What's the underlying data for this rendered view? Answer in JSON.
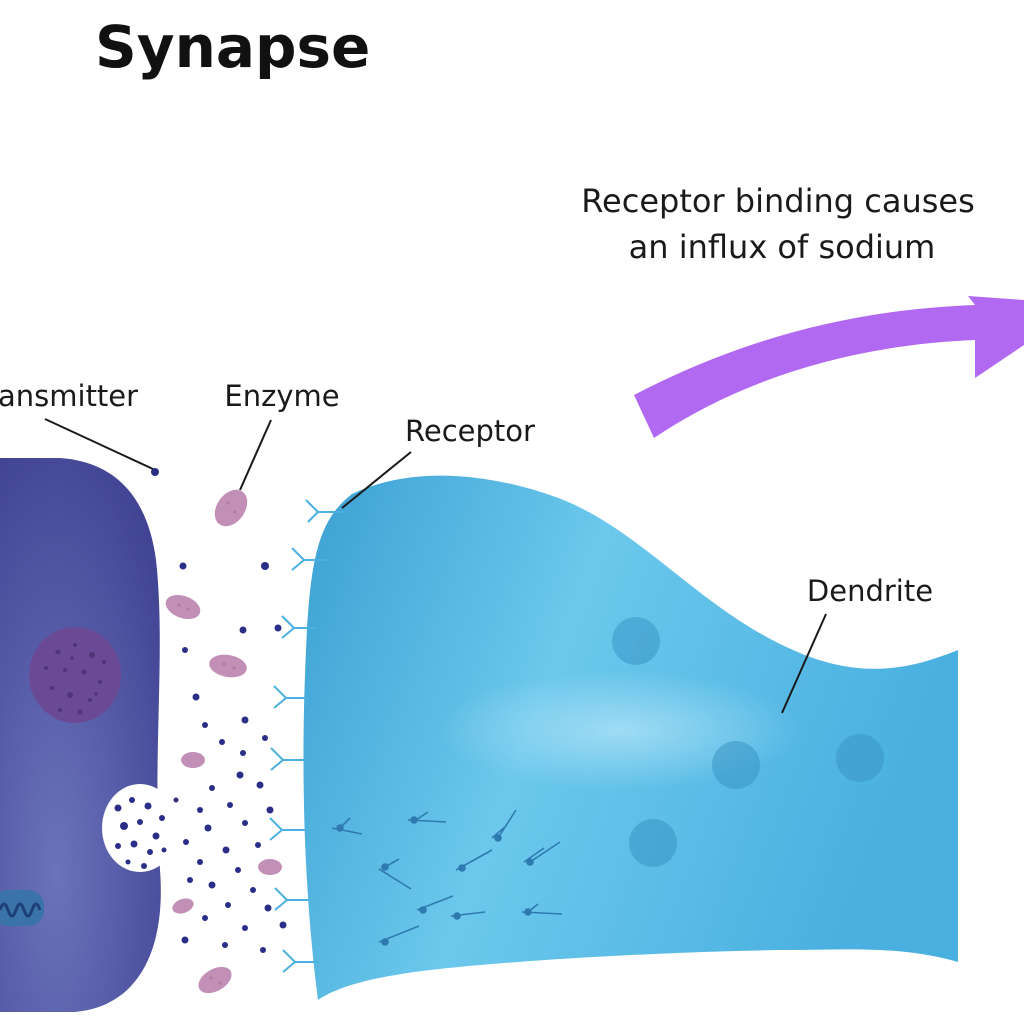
{
  "title": "Synapse",
  "caption": {
    "line1": "Receptor binding causes",
    "line2": "an influx of sodium"
  },
  "labels": {
    "neurotransmitter": "ansmitter",
    "enzyme": "Enzyme",
    "receptor": "Receptor",
    "dendrite": "Dendrite"
  },
  "colors": {
    "axon_terminal": "#4e4f9c",
    "dendrite": "#57b8e3",
    "neurotransmitter": "#2a2e86",
    "enzyme": "#c28fb6",
    "arrow": "#b169f2",
    "nucleus": "#6a4a95"
  },
  "icons": [
    "axon-terminal",
    "dendrite",
    "vesicle",
    "enzyme",
    "receptor",
    "mitochondrion",
    "arrow"
  ]
}
